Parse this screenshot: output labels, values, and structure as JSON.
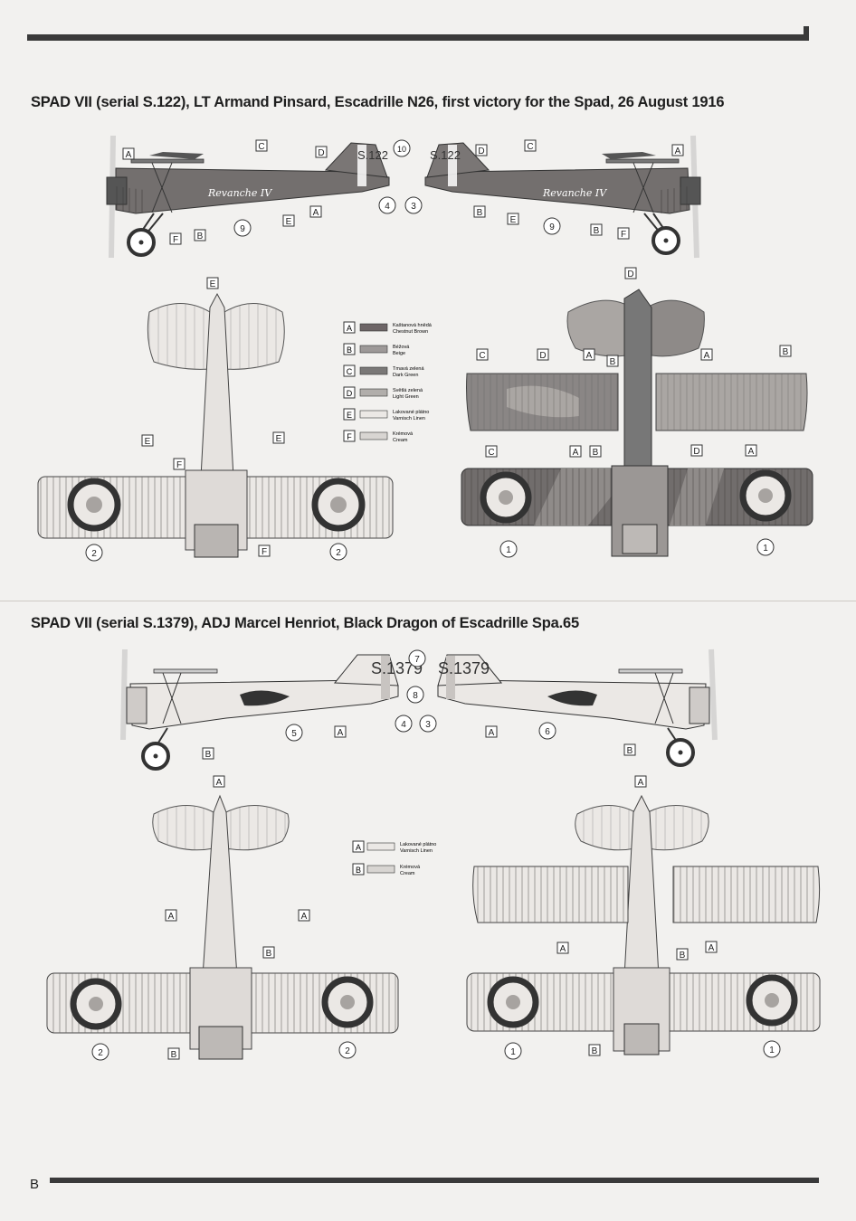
{
  "page_letter": "B",
  "section1": {
    "title": "SPAD VII (serial S.122), LT Armand Pinsard, Escadrille N26, first victory for the Spad, 26 August 1916",
    "nickname": "Revanche IV",
    "serial": "S.122",
    "badge_letters": {
      "a": "A",
      "b": "B",
      "c": "C",
      "d": "D",
      "e": "E",
      "f": "F"
    },
    "badge_numbers": {
      "n1": "1",
      "n2": "2",
      "n3": "3",
      "n4": "4",
      "n9": "9",
      "n10": "10"
    },
    "legend": [
      {
        "letter": "A",
        "cz": "Kaštanová hnědá",
        "en": "Chestnut Brown",
        "color": "#6d6566"
      },
      {
        "letter": "B",
        "cz": "Béžová",
        "en": "Beige",
        "color": "#9d9998"
      },
      {
        "letter": "C",
        "cz": "Tmavá zelená",
        "en": "Dark Green",
        "color": "#7a7877"
      },
      {
        "letter": "D",
        "cz": "Světlá zelená",
        "en": "Light Green",
        "color": "#b1aeab"
      },
      {
        "letter": "E",
        "cz": "Lakované plátno",
        "en": "Varnisch Linen",
        "color": "#ebe8e5"
      },
      {
        "letter": "F",
        "cz": "Krémová",
        "en": "Cream",
        "color": "#d8d5d2"
      }
    ]
  },
  "section2": {
    "title": "SPAD VII (serial S.1379), ADJ Marcel Henriot, Black Dragon of Escadrille Spa.65",
    "serial": "S.1379",
    "badge_numbers": {
      "n5": "5",
      "n6": "6",
      "n7": "7",
      "n8": "8"
    },
    "legend": [
      {
        "letter": "A",
        "cz": "Lakované plátno",
        "en": "Varnisch Linen",
        "color": "#ebe8e5"
      },
      {
        "letter": "B",
        "cz": "Krémová",
        "en": "Cream",
        "color": "#d8d5d2"
      }
    ]
  },
  "colors": {
    "rule": "#3a3a3a",
    "paper": "#f2f1ef",
    "camo_dark": "#6f6b6a",
    "camo_light": "#aaa6a3",
    "linen": "#e9e6e3",
    "roundel_outer": "#333333",
    "roundel_inner": "#a7a3a0"
  }
}
